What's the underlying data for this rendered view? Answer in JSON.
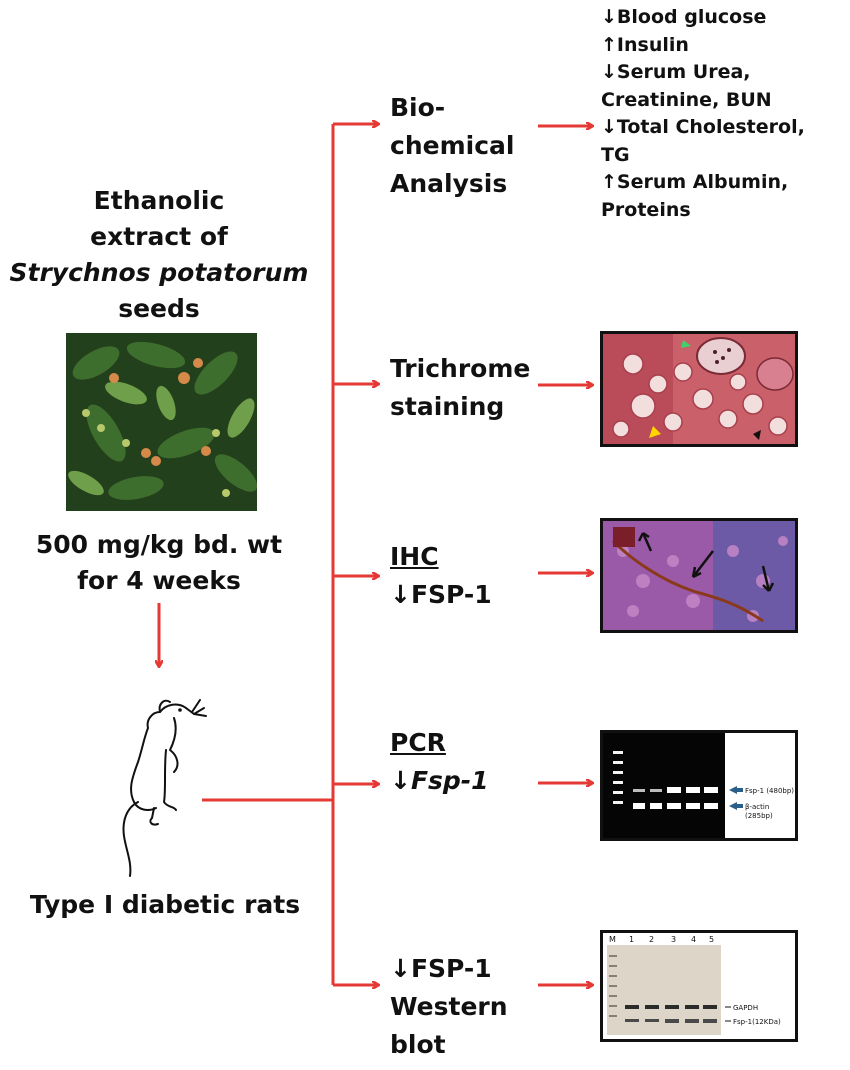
{
  "left": {
    "title_line1": "Ethanolic",
    "title_line2": "extract of",
    "title_line3": "Strychnos potatorum",
    "title_line4": "seeds",
    "dose_line1": "500 mg/kg bd. wt",
    "dose_line2": "for 4 weeks",
    "rats_label": "Type I diabetic rats"
  },
  "branches": {
    "biochem": {
      "line1": "Bio-",
      "line2": "chemical",
      "line3": "Analysis"
    },
    "trichrome": {
      "line1": "Trichrome",
      "line2": "staining"
    },
    "ihc": {
      "title": "IHC",
      "result": "↓FSP-1"
    },
    "pcr": {
      "title": "PCR",
      "result_arrow": "↓",
      "result_gene": "Fsp-1"
    },
    "western": {
      "line1": "↓FSP-1",
      "line2": "Western",
      "line3": "blot"
    }
  },
  "biochem_results": [
    "↓Blood glucose",
    "↑Insulin",
    "↓Serum Urea,",
    "Creatinine, BUN",
    "↓Total Cholesterol,",
    "TG",
    "↑Serum Albumin,",
    "Proteins"
  ],
  "pcr_gel": {
    "band1_label": "Fsp-1 (480bp)",
    "band2_label_a": "β-actin",
    "band2_label_b": "(285bp)"
  },
  "western_gel": {
    "lanes": [
      "M",
      "1",
      "2",
      "3",
      "4",
      "5"
    ],
    "band1_label": "GAPDH",
    "band2_label": "Fsp-1(12KDa)"
  },
  "colors": {
    "arrow": "#e53935",
    "text": "#111111"
  }
}
